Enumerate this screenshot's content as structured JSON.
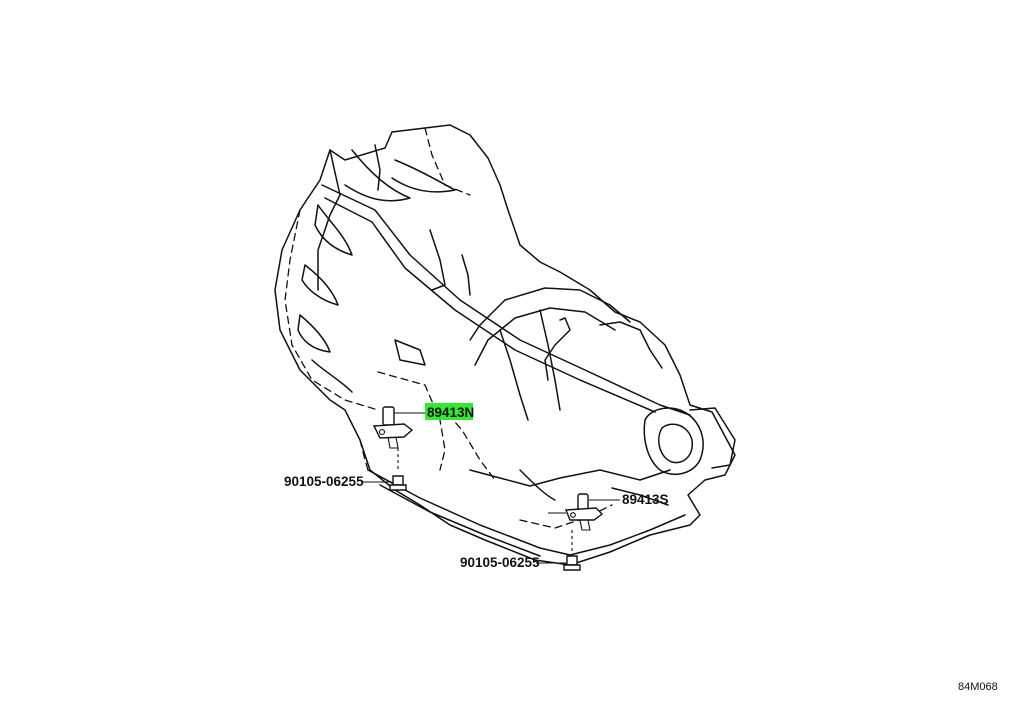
{
  "parts": [
    {
      "id": "speed-sensor-input",
      "label": "89413N",
      "highlighted": true
    },
    {
      "id": "bolt-upper",
      "label": "90105-06255",
      "highlighted": false
    },
    {
      "id": "speed-sensor-output",
      "label": "89413S",
      "highlighted": false
    },
    {
      "id": "bolt-lower",
      "label": "90105-06255",
      "highlighted": false
    }
  ],
  "diagram_code": "84M068",
  "colors": {
    "highlight": "#35e835",
    "line": "#111111",
    "background": "#ffffff"
  }
}
